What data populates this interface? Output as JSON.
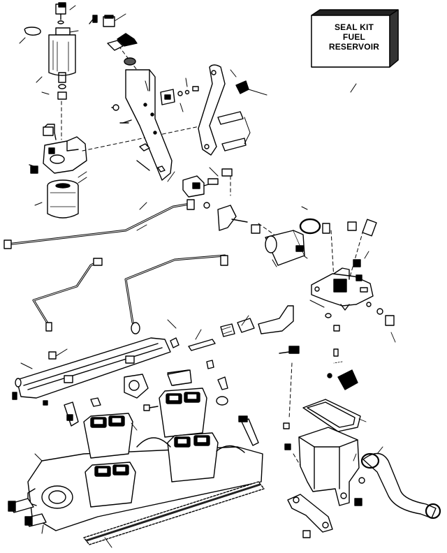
{
  "kit_label": {
    "line1": "SEAL KIT",
    "line2": "FUEL",
    "line3": "RESERVOIR"
  },
  "colors": {
    "ink": "#000000",
    "paper": "#ffffff",
    "shade": "#555555"
  }
}
